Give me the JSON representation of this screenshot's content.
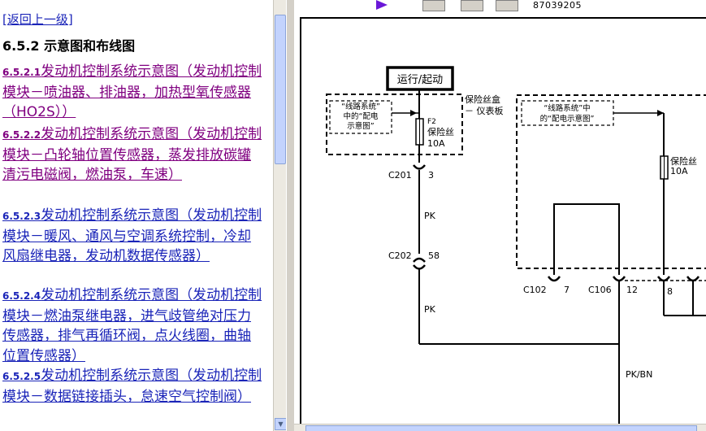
{
  "left_pane": {
    "back_link": "[返回上一级]",
    "section_title": "6.5.2 示意图和布线图",
    "toc": [
      {
        "num": "6.5.2.1",
        "text": "发动机控制系统示意图（发动机控制模块－喷油器、排油器，加热型氧传感器（HO2S））",
        "visited": true
      },
      {
        "num": "6.5.2.2",
        "text": "发动机控制系统示意图（发动机控制模块－凸轮轴位置传感器，蒸发排放碳罐清污电磁阀，燃油泵，车速）",
        "visited": true
      },
      {
        "num": "6.5.2.3",
        "text": "发动机控制系统示意图（发动机控制模块－暖风、通风与空调系统控制，冷却风扇继电器，发动机数据传感器）",
        "visited": false
      },
      {
        "num": "6.5.2.4",
        "text": "发动机控制系统示意图（发动机控制模块－燃油泵继电器，进气歧管绝对压力传感器，排气再循环阀，点火线圈，曲轴位置传感器）",
        "visited": false
      },
      {
        "num": "6.5.2.5",
        "text": "发动机控制系统示意图（发动机控制模块－数据链接插头，怠速空气控制阀）",
        "visited": false
      }
    ]
  },
  "toolbar": {
    "doc_id": "87039205",
    "icons": [
      "back-page-icon",
      "expand-icon",
      "forward-page-icon",
      "play-arrow-icon"
    ]
  },
  "diagram": {
    "run_start": "运行/起动",
    "wiring_ref_left_1": "“线路系统”",
    "wiring_ref_left_2": "中的“配电",
    "wiring_ref_left_3": "示意图”",
    "fuse_box_1": "保险丝盒",
    "fuse_box_2": "－ 仪表板",
    "wiring_ref_right_1": "“线路系统”中",
    "wiring_ref_right_2": "的“配电示意图”",
    "fuse_f2_name": "F2",
    "fuse_f2_label": "保险丝",
    "fuse_f2_rating": "10A",
    "fuse_right_label": "保险丝",
    "fuse_right_rating": "10A",
    "c201": "C201",
    "c201_pin": "3",
    "wire1_color": "PK",
    "c202": "C202",
    "c202_pin": "58",
    "wire2_color": "PK",
    "c102": "C102",
    "c102_pin": "7",
    "c106": "C106",
    "c106_pin": "12",
    "pin_8": "8",
    "wire3_color": "PK/BN"
  },
  "colors": {
    "link_visited": "#800080",
    "link_unvisited": "#1a24b8",
    "toolbar_arrow": "#6a17d8"
  }
}
